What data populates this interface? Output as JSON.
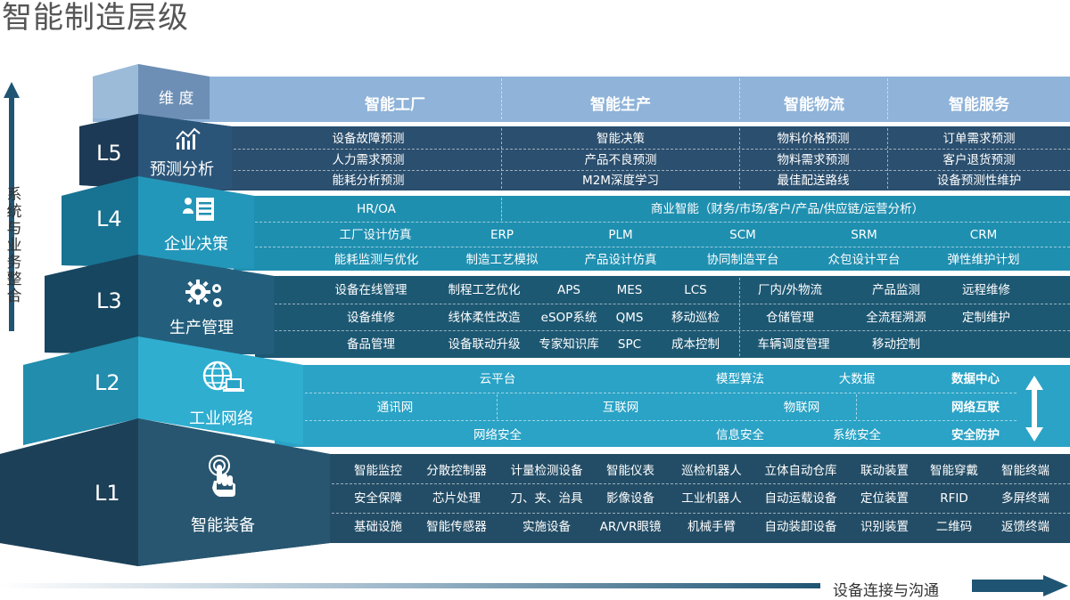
{
  "title": "智能制造层级",
  "y_axis_label": "系统与业务整合",
  "x_axis_label": "设备连接与沟通",
  "header": {
    "dimension": "维 度",
    "columns": [
      "智能工厂",
      "智能生产",
      "智能物流",
      "智能服务"
    ]
  },
  "levels": {
    "L5": {
      "code": "L5",
      "name": "预测分析",
      "icon": "chart-icon",
      "rows": [
        [
          "设备故障预测",
          "智能决策",
          "物料价格预测",
          "订单需求预测"
        ],
        [
          "人力需求预测",
          "产品不良预测",
          "物料需求预测",
          "客户退货预测"
        ],
        [
          "能耗分析预测",
          "M2M深度学习",
          "最佳配送路线",
          "设备预测性维护"
        ]
      ]
    },
    "L4": {
      "code": "L4",
      "name": "企业决策",
      "icon": "document-list-icon",
      "row1": [
        "HR/OA",
        "商业智能（财务/市场/客户/产品/供应链/运营分析）"
      ],
      "row2": [
        "工厂设计仿真",
        "ERP",
        "PLM",
        "SCM",
        "SRM",
        "CRM"
      ],
      "row3": [
        "能耗监测与优化",
        "制造工艺模拟",
        "产品设计仿真",
        "协同制造平台",
        "众包设计平台",
        "弹性维护计划"
      ]
    },
    "L3": {
      "code": "L3",
      "name": "生产管理",
      "icon": "gears-icon",
      "rows": [
        [
          "设备在线管理",
          "制程工艺优化",
          "APS",
          "MES",
          "LCS",
          "厂内/外物流",
          "产品监测",
          "远程维修"
        ],
        [
          "设备维修",
          "线体柔性改造",
          "eSOP系统",
          "QMS",
          "移动巡检",
          "仓储管理",
          "全流程溯源",
          "定制维护"
        ],
        [
          "备品管理",
          "设备联动升级",
          "专家知识库",
          "SPC",
          "成本控制",
          "车辆调度管理",
          "移动控制"
        ]
      ]
    },
    "L2": {
      "code": "L2",
      "name": "工业网络",
      "icon": "globe-laptop-icon",
      "row1": [
        "云平台",
        "模型算法",
        "大数据"
      ],
      "row2": [
        "通讯网",
        "互联网",
        "物联网"
      ],
      "row3": [
        "网络安全",
        "信息安全",
        "系统安全"
      ],
      "side_labels": [
        "数据中心",
        "网络互联",
        "安全防护"
      ]
    },
    "L1": {
      "code": "L1",
      "name": "智能装备",
      "icon": "touch-hand-icon",
      "rows": [
        [
          "智能监控",
          "分散控制器",
          "计量检测设备",
          "智能仪表",
          "巡检机器人",
          "立体自动仓库",
          "联动装置",
          "智能穿戴",
          "智能终端"
        ],
        [
          "安全保障",
          "芯片处理",
          "刀、夹、治具",
          "影像设备",
          "工业机器人",
          "自动运载设备",
          "定位装置",
          "RFID",
          "多屏终端"
        ],
        [
          "基础设施",
          "智能传感器",
          "实施设备",
          "AR/VR眼镜",
          "机械手臂",
          "自动装卸设备",
          "识别装置",
          "二维码",
          "返馈终端"
        ]
      ]
    }
  },
  "colors": {
    "header_bar": "#8fb3d9",
    "dimension_block": "#6e8fb5",
    "l5": "#2b4f6e",
    "l4": "#1f8fb0",
    "l3": "#1d5873",
    "l2": "#2aa3c6",
    "l1": "#234d66",
    "arrow": "#1f5573"
  }
}
